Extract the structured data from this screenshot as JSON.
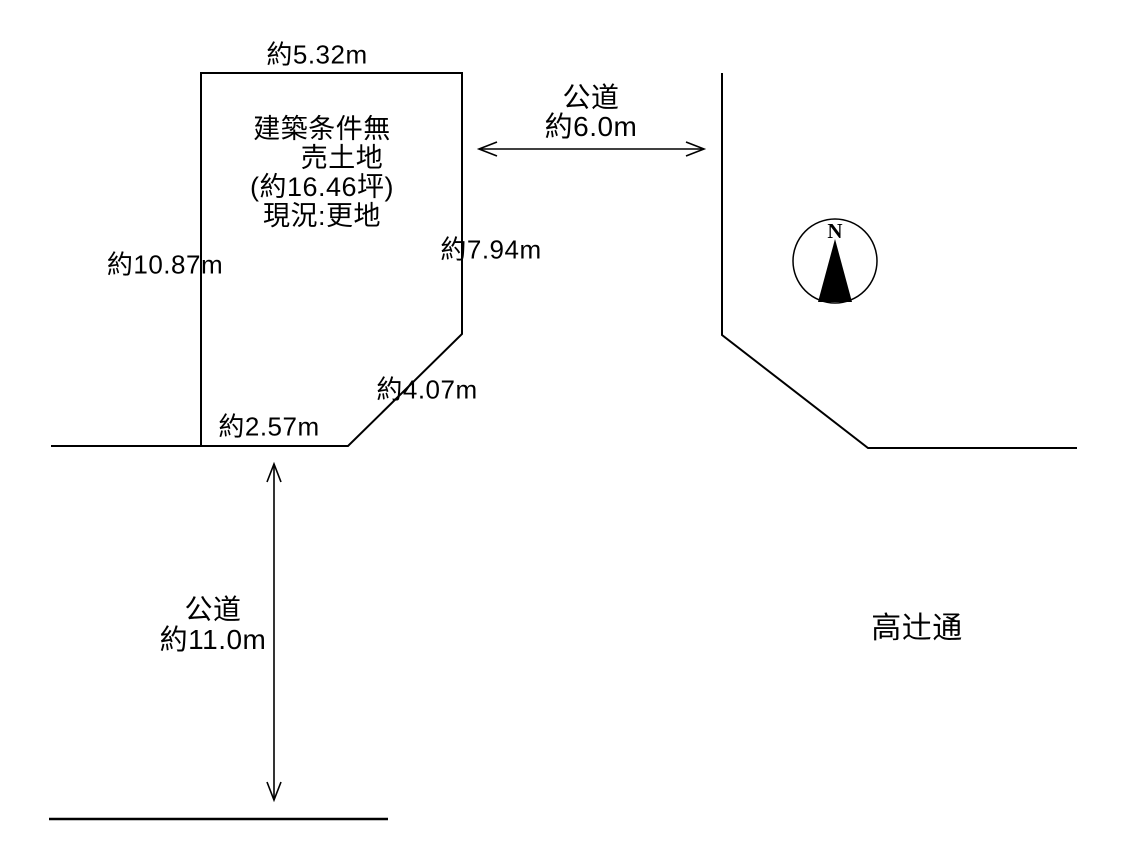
{
  "diagram": {
    "plot": {
      "caption_line1": "建築条件無",
      "caption_line2": "売土地",
      "caption_line3": "(約16.46坪)",
      "caption_line4": "現況:更地",
      "top_width": "約5.32m",
      "left_length": "約10.87m",
      "right_length": "約7.94m",
      "corner_diagonal": "約4.07m",
      "bottom_width": "約2.57m"
    },
    "road_east": {
      "name": "公道",
      "width": "約6.0m"
    },
    "road_south": {
      "name": "公道",
      "width": "約11.0m"
    },
    "street_name": "高辻通",
    "compass": {
      "north_label": "N"
    },
    "colors": {
      "line": "#000000",
      "background": "#ffffff",
      "text": "#000000"
    }
  }
}
